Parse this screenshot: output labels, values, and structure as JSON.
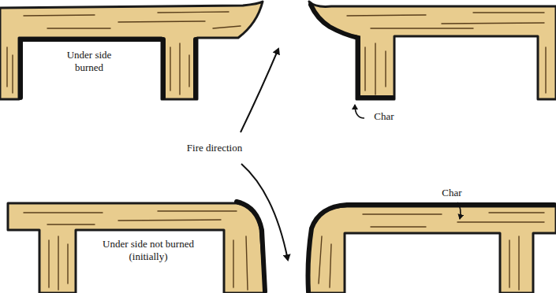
{
  "diagram": {
    "labels": [
      "Under side burned",
      "Fire direction",
      "Char",
      "Char",
      "Under side not burned (initially)"
    ]
  }
}
